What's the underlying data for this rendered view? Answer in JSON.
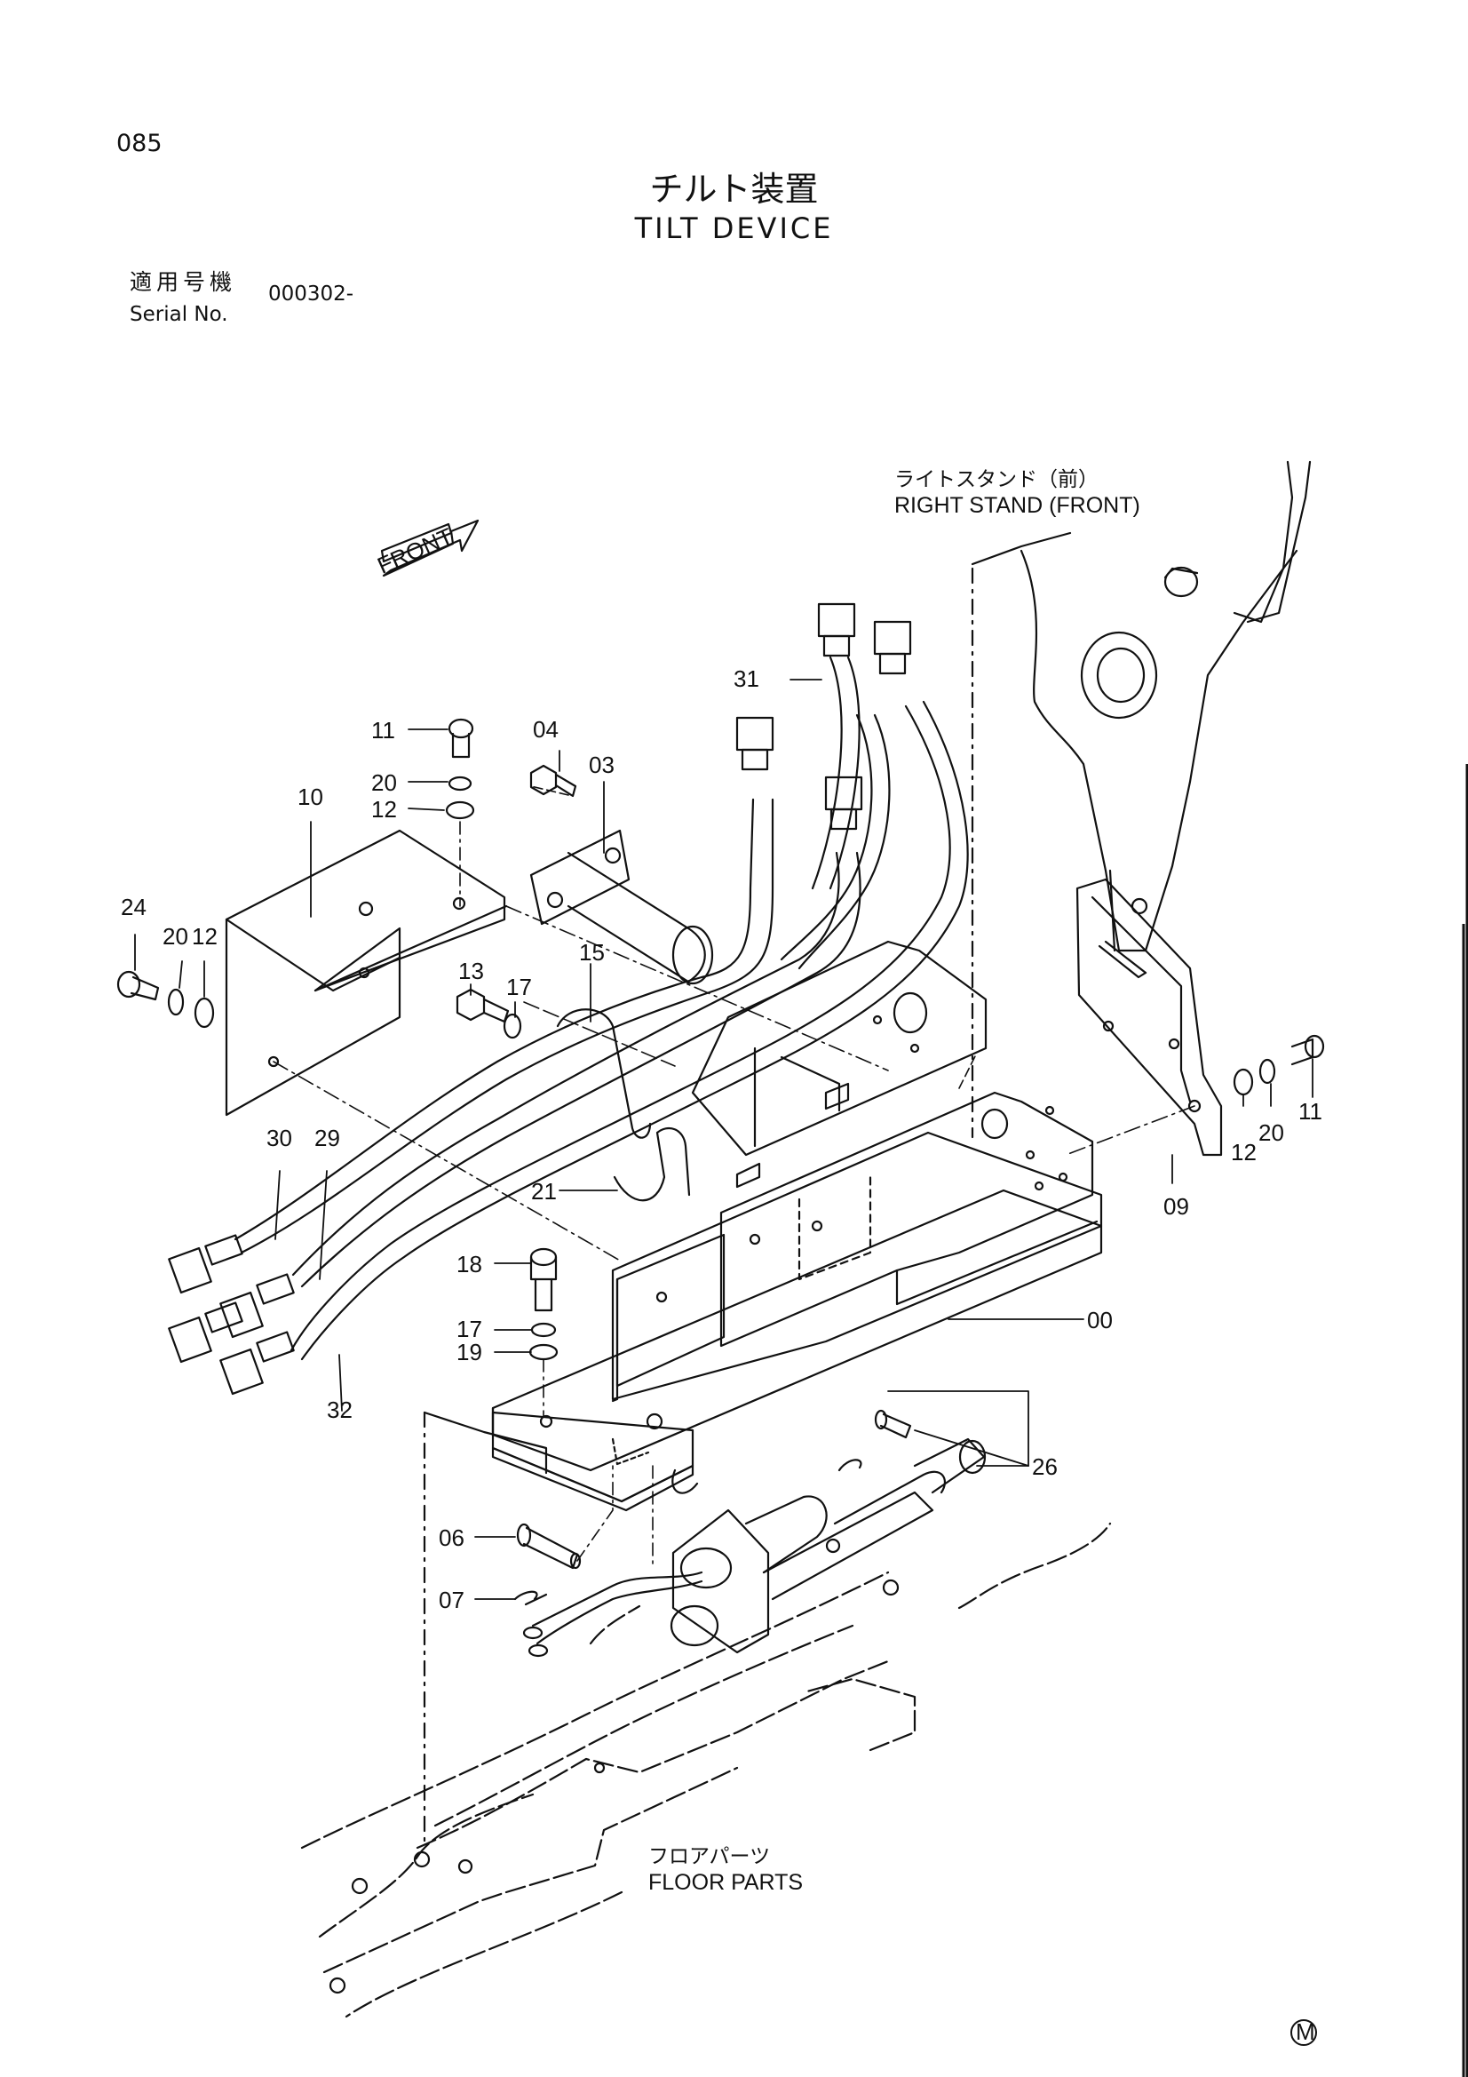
{
  "page_number": "085",
  "title": {
    "japanese": "チルト装置",
    "english": "TILT DEVICE"
  },
  "serial": {
    "label_japanese": "適用号機",
    "label_english": "Serial No.",
    "value": "000302-"
  },
  "references": {
    "right_stand_jp": "ライトスタンド（前）",
    "right_stand_en": "RIGHT STAND (FRONT)",
    "floor_parts_jp": "フロアパーツ",
    "floor_parts_en": "FLOOR PARTS"
  },
  "front_arrow": "FRONT",
  "mark": "M",
  "part_callouts": [
    "00",
    "03",
    "04",
    "06",
    "07",
    "09",
    "10",
    "11",
    "11",
    "12",
    "12",
    "12",
    "13",
    "15",
    "17",
    "17",
    "18",
    "19",
    "20",
    "20",
    "20",
    "21",
    "24",
    "26",
    "29",
    "30",
    "31",
    "32"
  ]
}
